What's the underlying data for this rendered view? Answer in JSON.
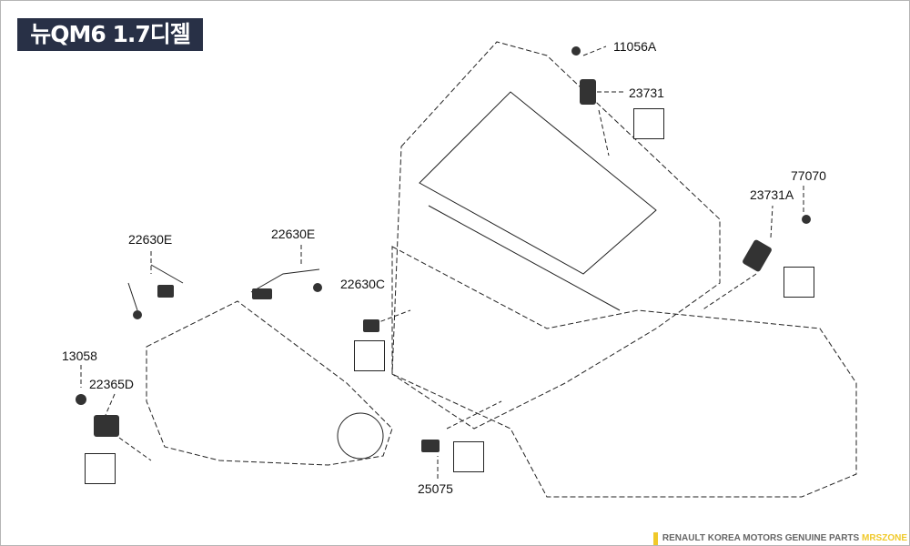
{
  "title": "뉴QM6 1.7디젤",
  "parts": [
    {
      "code": "11056A"
    },
    {
      "code": "23731"
    },
    {
      "code": "77070"
    },
    {
      "code": "23731A"
    },
    {
      "code": "22630E"
    },
    {
      "code": "22630E"
    },
    {
      "code": "22630C"
    },
    {
      "code": "13058"
    },
    {
      "code": "22365D"
    },
    {
      "code": "25075"
    }
  ],
  "footer": {
    "text": "RENAULT KOREA MOTORS GENUINE PARTS",
    "brand": "MRSZONE"
  },
  "colors": {
    "title_bg": "#283046",
    "accent": "#f0c929"
  }
}
